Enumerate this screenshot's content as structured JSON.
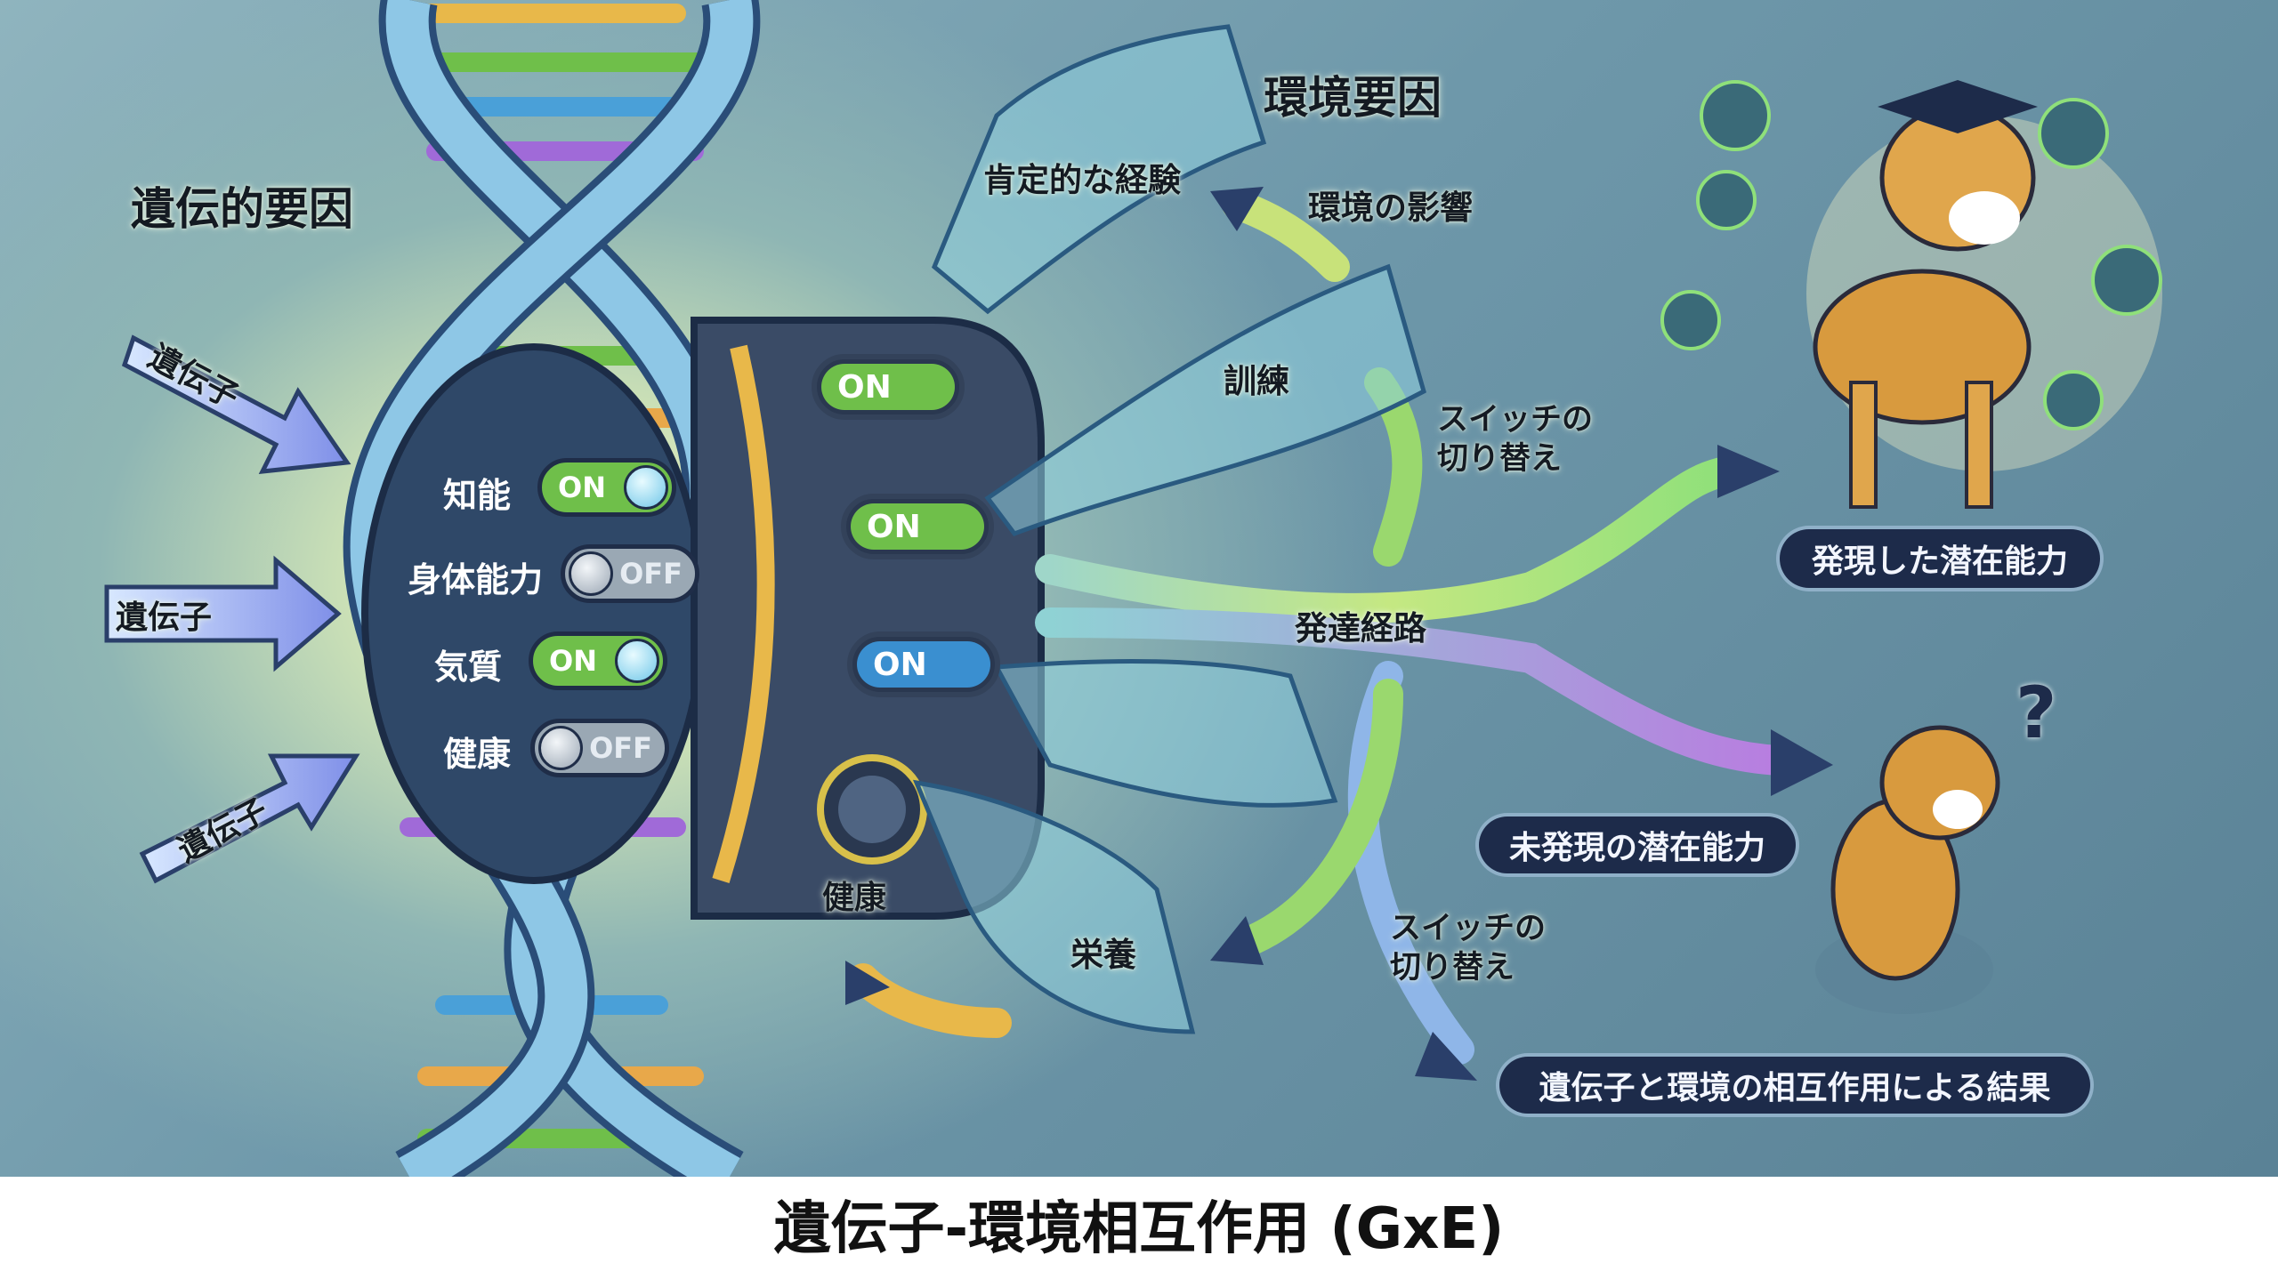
{
  "title": "遺伝子-環境相互作用 (GxE)",
  "genetic": {
    "heading": "遺伝的要因",
    "arrows": [
      "遺伝子",
      "遺伝子",
      "遺伝子"
    ],
    "traits": [
      {
        "label": "知能",
        "state": "ON"
      },
      {
        "label": "身体能力",
        "state": "OFF"
      },
      {
        "label": "気質",
        "state": "ON"
      },
      {
        "label": "健康",
        "state": "OFF"
      }
    ]
  },
  "panel": {
    "switches": [
      "ON",
      "ON",
      "ON"
    ],
    "knob_label": "健康"
  },
  "environment": {
    "heading": "環境要因",
    "positive_experience": "肯定的な経験",
    "influence": "環境の影響",
    "training": "訓練",
    "nutrition": "栄養",
    "switch_1": [
      "スイッチの",
      "切り替え"
    ],
    "switch_2": [
      "スイッチの",
      "切り替え"
    ],
    "pathway": "発達経路"
  },
  "outcomes": {
    "expressed": "発現した潜在能力",
    "unexpressed": "未発現の潜在能力",
    "result": "遺伝子と環境の相互作用による結果",
    "question": "?"
  },
  "colors": {
    "badge": "#1d2b4a",
    "on": "#6fbf4a",
    "off": "#9aa8b4"
  }
}
